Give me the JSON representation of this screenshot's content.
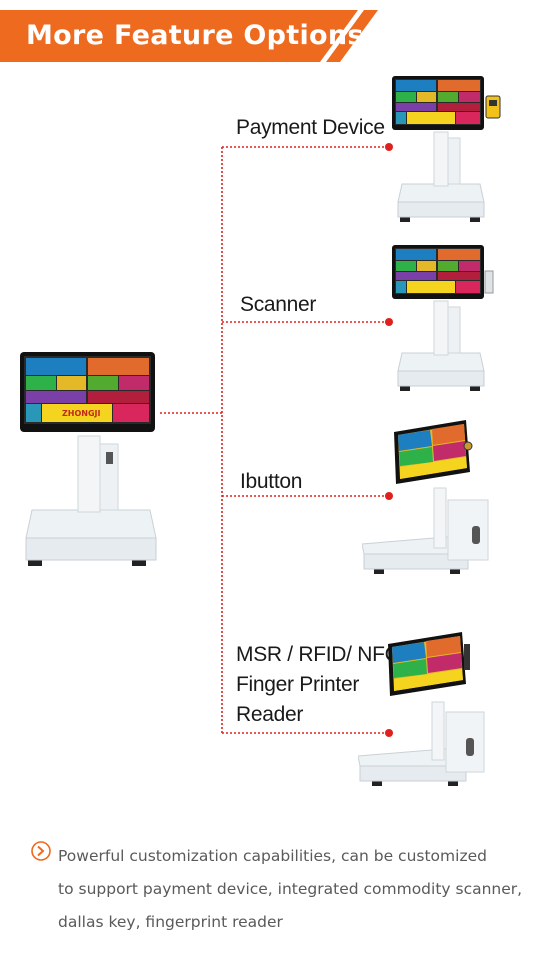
{
  "banner": {
    "title": "More Feature Options",
    "color": "#ed6a1f"
  },
  "labels": {
    "payment": "Payment Device",
    "scanner": "Scanner",
    "ibutton": "Ibutton",
    "msr_lines": [
      "MSR / RFID/ NFC/",
      "Finger Printer",
      "Reader"
    ]
  },
  "screen_brand": "ZHONGJI",
  "footer": {
    "icon": "chevron-circle-icon",
    "lines": [
      "Powerful customization capabilities, can be customized",
      "to support payment device, integrated commodity scanner,",
      "dallas key, fingerprint reader"
    ]
  },
  "colors": {
    "accent": "#ed6a1f",
    "connector": "#e0201c"
  }
}
